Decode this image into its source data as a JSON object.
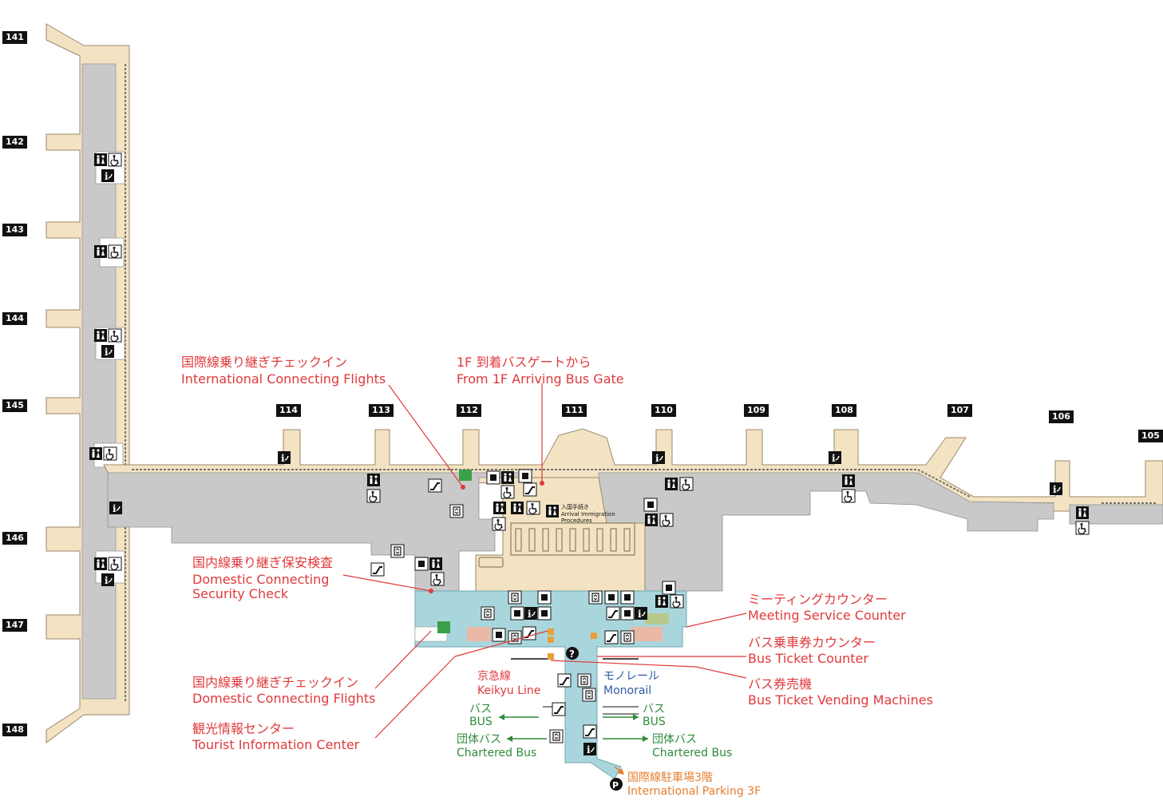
{
  "colors": {
    "concourse": "#f3e3c3",
    "concourse_edge": "#9a8a6a",
    "holdroom": "#c9c9c9",
    "arrival_area": "#a9d6dc",
    "callout_red": "#e0393b",
    "bus_green": "#2e8a3a",
    "monorail_blue": "#2f5ba8",
    "parking_orange": "#e67e2f",
    "icon_black": "#111111",
    "connecting_green": "#3aa04a"
  },
  "gates": {
    "g141": "141",
    "g142": "142",
    "g143": "143",
    "g144": "144",
    "g145": "145",
    "g146": "146",
    "g147": "147",
    "g148": "148",
    "g114": "114",
    "g113": "113",
    "g112": "112",
    "g111": "111",
    "g110": "110",
    "g109": "109",
    "g108": "108",
    "g107": "107",
    "g106": "106",
    "g105": "105"
  },
  "labels": {
    "intl_connect_jp": "国際線乗り継ぎチェックイン",
    "intl_connect_en": "International Connecting Flights",
    "bus_gate_jp": "1F 到着バスゲートから",
    "bus_gate_en": "From 1F Arriving Bus Gate",
    "dom_security_jp": "国内線乗り継ぎ保安検査",
    "dom_security_en1": "Domestic Connecting",
    "dom_security_en2": "Security Check",
    "meeting_jp": "ミーティングカウンター",
    "meeting_en": "Meeting Service Counter",
    "bus_ticket_jp": "バス乗車券カウンター",
    "bus_ticket_en": "Bus Ticket Counter",
    "bus_vending_jp": "バス券売機",
    "bus_vending_en": "Bus Ticket Vending Machines",
    "dom_connect_jp": "国内線乗り継ぎチェックイン",
    "dom_connect_en": "Domestic Connecting Flights",
    "tourist_jp": "観光情報センター",
    "tourist_en": "Tourist Information Center",
    "keikyu_jp": "京急線",
    "keikyu_en": "Keikyu Line",
    "monorail_jp": "モノレール",
    "monorail_en": "Monorail",
    "bus_jp": "バス",
    "bus_en": "BUS",
    "chartered_jp": "団体バス",
    "chartered_en": "Chartered Bus",
    "parking_jp": "国際線駐車場3階",
    "parking_en": "International Parking 3F",
    "immigration_jp": "入国手続き",
    "immigration_en1": "Arrival Immigration",
    "immigration_en2": "Procedures"
  },
  "icons": {
    "info": "info-icon",
    "toilet": "toilet-icon",
    "wheelchair": "wheelchair-icon",
    "escalator": "escalator-icon",
    "elevator": "elevator-icon",
    "question": "question-icon",
    "parking": "parking-icon",
    "baby": "baby-room-icon",
    "phone": "phone-icon",
    "connecting": "connecting-flight-icon"
  }
}
